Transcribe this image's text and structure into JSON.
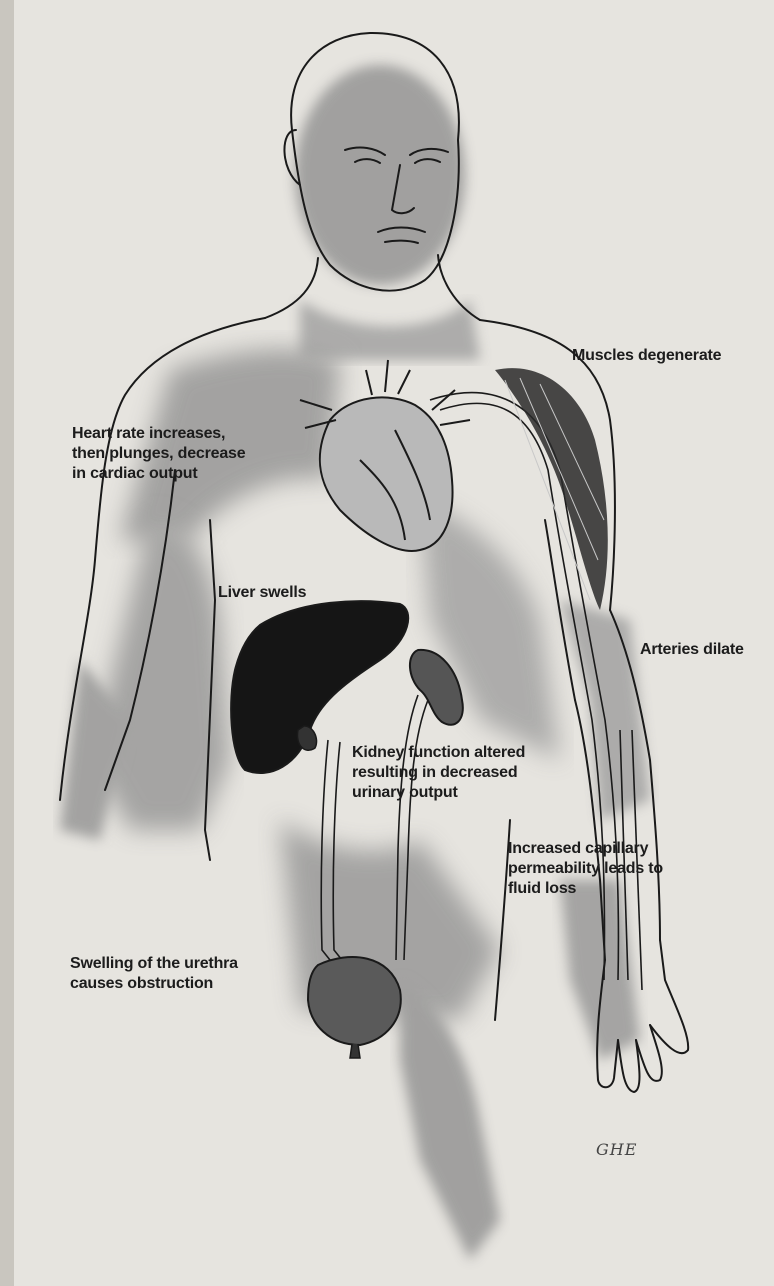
{
  "labels": {
    "muscles": "Muscles degenerate",
    "heart": "Heart rate increases,\nthen plunges, decrease\nin cardiac output",
    "liver": "Liver swells",
    "arteries": "Arteries dilate",
    "kidney": "Kidney function altered\nresulting in decreased\nurinary output",
    "capillary": "Increased capillary\npermeability leads to\nfluid loss",
    "urethra": "Swelling of the urethra\ncauses obstruction"
  },
  "signature": "GHE",
  "colors": {
    "paper": "#e6e4df",
    "wash": "#8f8f8f",
    "ink": "#1a1a1a",
    "liver": "#151515",
    "kidney": "#555555",
    "bladder": "#5a5a5a"
  }
}
